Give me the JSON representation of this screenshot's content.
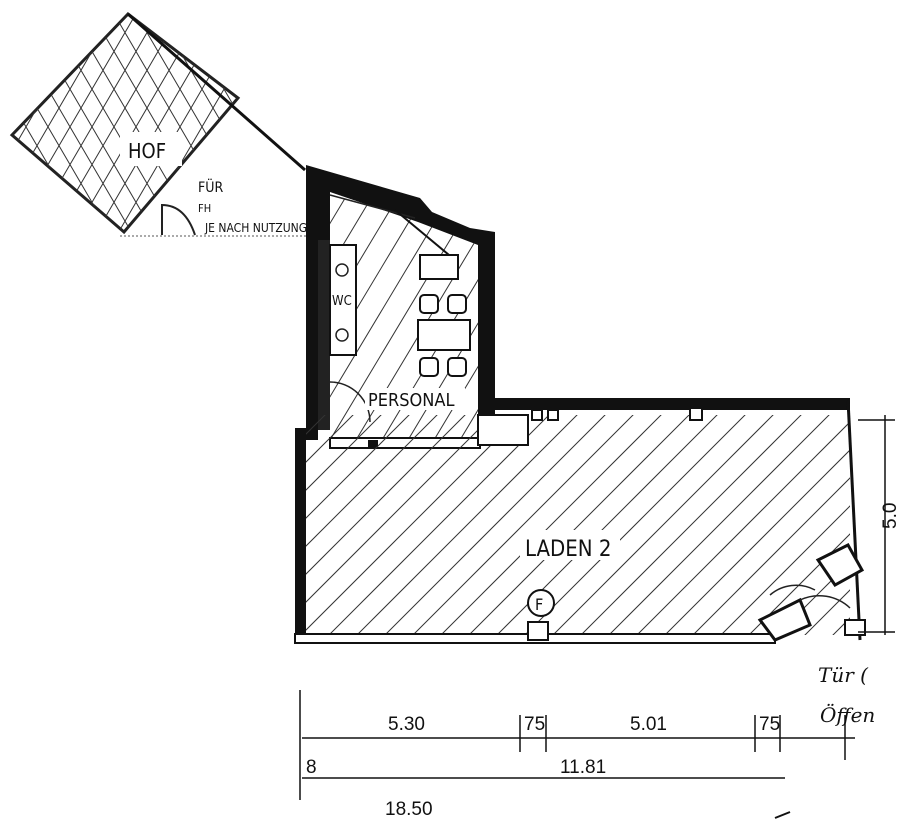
{
  "rooms": {
    "courtyard": "HOF",
    "staff": "PERSONAL",
    "shop": "LADEN 2",
    "wc": "WC"
  },
  "annotations": {
    "note_line1": "FÜR",
    "note_line2": "FH",
    "note_line3": "JE NACH NUTZUNG",
    "door_note_line1": "Tür (",
    "door_note_line2": "Öffen"
  },
  "dimensions": {
    "segment_1": "5.30",
    "segment_2": "75",
    "segment_3": "5.01",
    "segment_4": "75",
    "left_small": "8",
    "middle_total": "11.81",
    "overall": "18.50",
    "depth": "5.0"
  },
  "symbols": {
    "fire_extinguisher": "F"
  }
}
